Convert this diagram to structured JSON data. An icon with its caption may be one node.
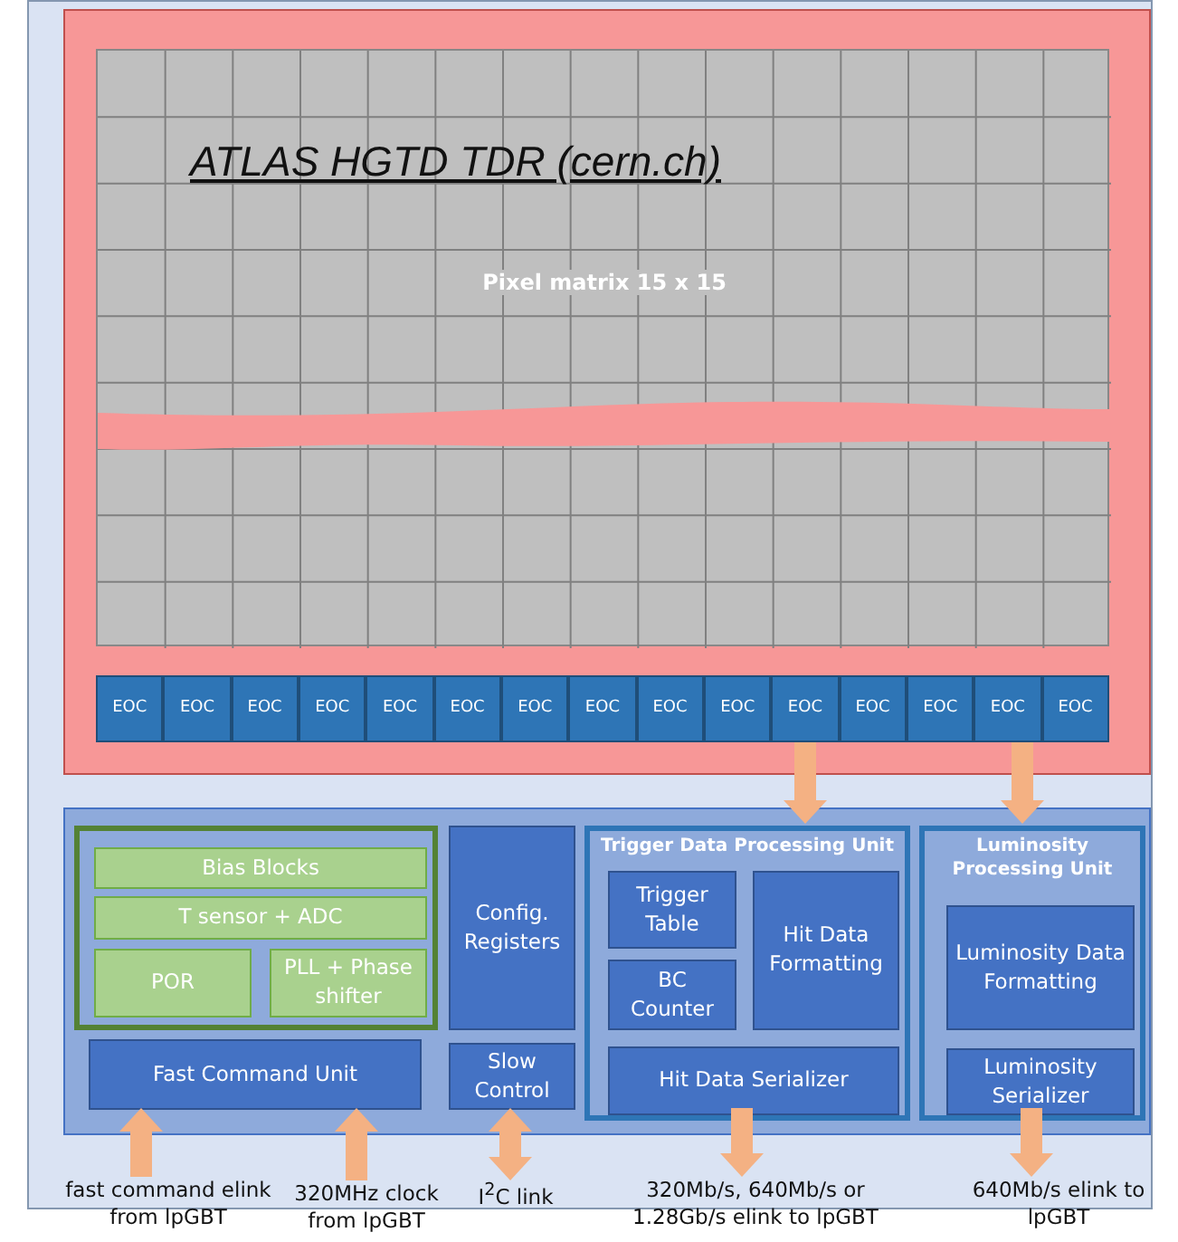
{
  "diagram": {
    "nodes": [
      {
        "text": [
          "Pixel matrix 15 x 15"
        ]
      },
      {
        "text": [
          "EOC"
        ]
      },
      {
        "text": [
          "EOC"
        ]
      },
      {
        "text": [
          "EOC"
        ]
      },
      {
        "text": [
          "EOC"
        ]
      },
      {
        "text": [
          "EOC"
        ]
      },
      {
        "text": [
          "EOC"
        ]
      },
      {
        "text": [
          "EOC"
        ]
      },
      {
        "text": [
          "EOC"
        ]
      },
      {
        "text": [
          "EOC"
        ]
      },
      {
        "text": [
          "EOC"
        ]
      },
      {
        "text": [
          "EOC"
        ]
      },
      {
        "text": [
          "EOC"
        ]
      },
      {
        "text": [
          "EOC"
        ]
      },
      {
        "text": [
          "EOC"
        ]
      },
      {
        "text": [
          "EOC"
        ]
      },
      {
        "text": [],
        "shape": "box"
      },
      {
        "text": [],
        "shape": "box",
        "in": 16
      },
      {
        "text": [
          "Bias Blocks"
        ],
        "in": 17
      },
      {
        "text": [
          "T sensor + ADC"
        ],
        "in": 17
      },
      {
        "text": [
          "POR"
        ],
        "in": 17
      },
      {
        "text": [
          "PLL + Phase shifter"
        ],
        "in": 17
      },
      {
        "text": [
          "Fast Command Unit"
        ],
        "in": 16
      },
      {
        "text": [
          "Config. Registers"
        ],
        "in": 16
      },
      {
        "text": [
          "Slow Control"
        ],
        "in": 16
      },
      {
        "text": [
          "Trigger Data Processing Unit"
        ],
        "in": 16
      },
      {
        "text": [
          "Trigger Table"
        ],
        "in": 25
      },
      {
        "text": [
          "BC Counter"
        ],
        "in": 25
      },
      {
        "text": [
          "Hit Data Formatting"
        ],
        "in": 25
      },
      {
        "text": [
          "Hit Data Serializer"
        ],
        "in": 25
      },
      {
        "text": [
          "Luminosity Processing Unit"
        ],
        "in": 16
      },
      {
        "text": [
          "Luminosity Data Formatting"
        ],
        "in": 30
      },
      {
        "text": [
          "Luminosity Serializer"
        ],
        "in": 30
      },
      {
        "text": [
          "fast command elink from lpGBT"
        ]
      },
      {
        "text": [
          "320MHz clock from lpGBT"
        ]
      },
      {
        "text": [
          "I$^{2}$C link"
        ]
      },
      {
        "text": [
          "320Mb/s, 640Mb/s or 1.28Gb/s elink to lpGBT"
        ]
      },
      {
        "text": [
          "640Mb/s elink to lpGBT"
        ]
      }
    ],
    "edges": [
      {
        "from": 11,
        "to": 25,
        "arrow": "to"
      },
      {
        "from": 14,
        "to": 30,
        "arrow": "to"
      },
      {
        "from": 33,
        "to": 22,
        "arrow": "to"
      },
      {
        "from": 34,
        "to": 22,
        "arrow": "to"
      },
      {
        "from": 35,
        "to": 24,
        "arrow": "both"
      },
      {
        "from": 29,
        "to": 36,
        "arrow": "to"
      },
      {
        "from": 32,
        "to": 37,
        "arrow": "to"
      }
    ],
    "labels": [
      "ATLAS HGTD TDR (cern.ch)"
    ]
  }
}
